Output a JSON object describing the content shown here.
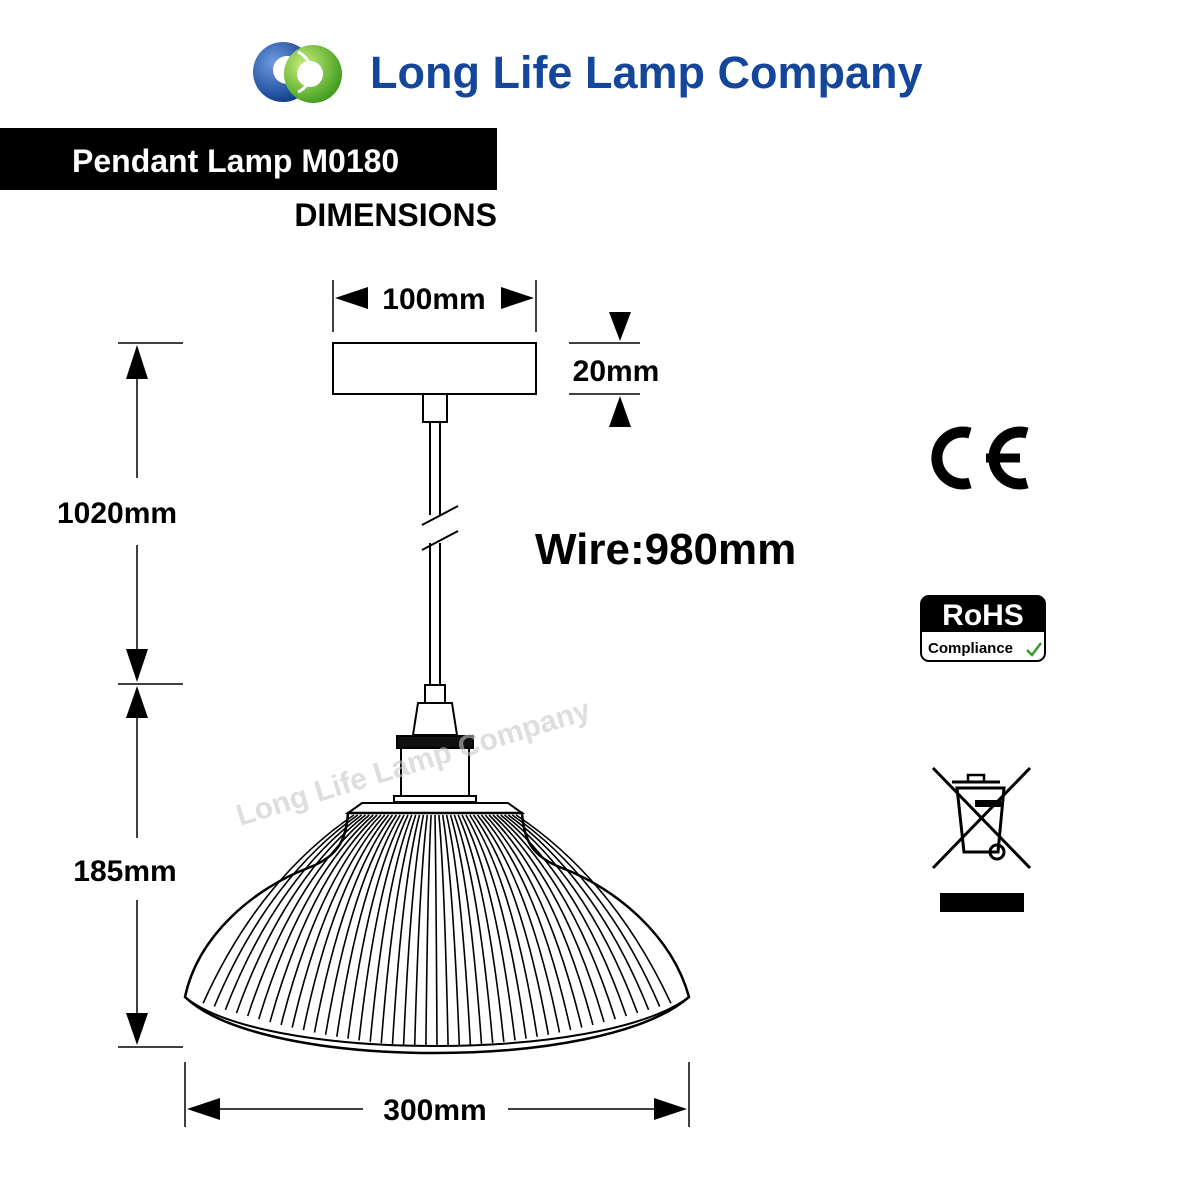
{
  "header": {
    "company_name": "Long Life Lamp Company",
    "colors": {
      "logo_blue": "#14479b",
      "logo_green": "#5cbd3a"
    }
  },
  "product": {
    "title": "Pendant Lamp M0180",
    "section_label": "DIMENSIONS"
  },
  "dimensions": {
    "canopy_width": "100mm",
    "canopy_height": "20mm",
    "drop_length": "1020mm",
    "shade_height": "185mm",
    "shade_width": "300mm",
    "wire": "Wire:980mm"
  },
  "certifications": {
    "ce": "CE",
    "rohs": "RoHS",
    "rohs_sub": "Compliance",
    "weee_icon": "crossed-out-wheelie-bin-icon"
  },
  "watermark": "Long Life Lamp Company"
}
